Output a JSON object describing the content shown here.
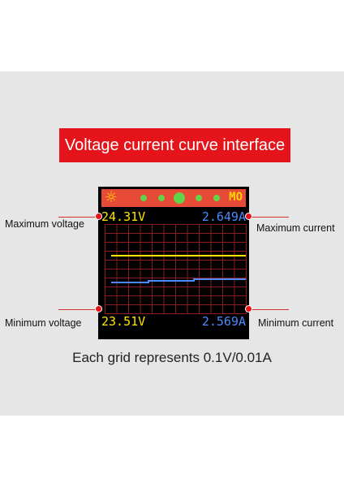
{
  "banner": {
    "title": "Voltage current curve interface"
  },
  "screen": {
    "top_right_icon": "MO",
    "max_voltage": "24.31V",
    "max_current": "2.649A",
    "min_voltage": "23.51V",
    "min_current": "2.569A",
    "sun_icon": "sun-icon"
  },
  "labels": {
    "max_voltage": "Maximum voltage",
    "max_current": "Maximum current",
    "min_voltage": "Minimum voltage",
    "min_current": "Minimum current"
  },
  "caption": "Each grid represents 0.1V/0.01A",
  "colors": {
    "banner": "#e5141a",
    "voltage_trace": "#ffe400",
    "current_trace": "#4b8bff",
    "grid": "#8a1e1e",
    "status_bar": "#e84a38"
  }
}
